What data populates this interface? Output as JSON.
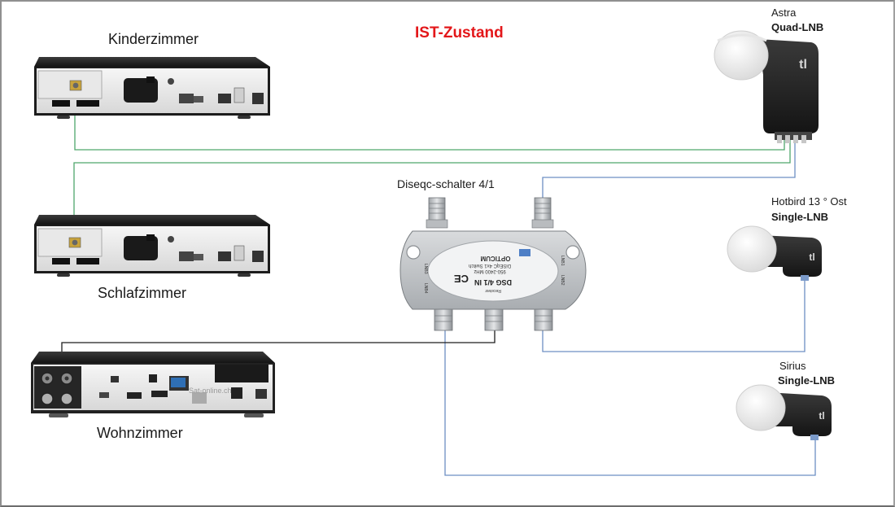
{
  "diagram": {
    "title": "IST-Zustand",
    "colors": {
      "title": "#e3171a",
      "wire_green": "#4fa66c",
      "wire_blue": "#6d8fc4",
      "wire_black": "#1e1e1e",
      "lnb_body": "#202020",
      "lnb_cap": "#f4f4f4",
      "switch_metal": "#c4c7ca"
    },
    "rooms": {
      "kinderzimmer": "Kinderzimmer",
      "schlafzimmer": "Schlafzimmer",
      "wohnzimmer": "Wohnzimmer"
    },
    "switch": {
      "label": "Diseqc-schalter 4/1",
      "brand": "OPTICUM",
      "line1": "DiSEqC 4x1 Switch",
      "line2": "950-2400 MHz",
      "model": "DSG 4/1 IN",
      "receiver_label": "Receiver",
      "ce_mark": "CE",
      "lnb_labels": [
        "LNB1",
        "LNB2",
        "LNB3",
        "LNB4"
      ]
    },
    "receivers": {
      "wohnzimmer_watermark": "Sat-online.ch"
    },
    "lnbs": {
      "astra": {
        "name": "Astra",
        "type": "Quad-LNB",
        "logo": "tl"
      },
      "hotbird": {
        "name": "Hotbird 13 ° Ost",
        "type": "Single-LNB",
        "logo": "tl"
      },
      "sirius": {
        "name": "Sirius",
        "type": "Single-LNB",
        "logo": "tl"
      }
    }
  }
}
